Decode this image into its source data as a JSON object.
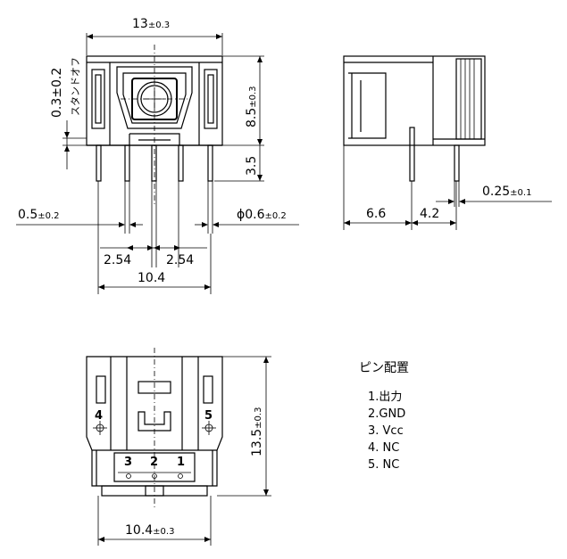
{
  "dimensions": {
    "top_width": {
      "base": "13",
      "tol": "±0.3"
    },
    "standoff": {
      "base": "0.3",
      "tol": "±0.2",
      "label": "スタンドオフ"
    },
    "height_85": {
      "base": "8.5",
      "tol": "±0.3"
    },
    "pin_len": "3.5",
    "pin_width": {
      "base": "0.5",
      "tol": "±0.2"
    },
    "hole_dia": {
      "base": "ϕ0.6",
      "tol": "±0.2"
    },
    "pitch_left": "2.54",
    "pitch_right": "2.54",
    "span_104": "10.4",
    "side_66": "6.6",
    "side_42": "4.2",
    "pin_thk": {
      "base": "0.25",
      "tol": "±0.1"
    },
    "height_135": {
      "base": "13.5",
      "tol": "±0.3"
    },
    "bottom_width": {
      "base": "10.4",
      "tol": "±0.3"
    }
  },
  "pin_numbers": [
    "1",
    "2",
    "3",
    "4",
    "5"
  ],
  "pin_legend": {
    "title": "ピン配置",
    "items": [
      "1.出力",
      "2.GND",
      "3. Vcc",
      "4. NC",
      "5. NC"
    ]
  }
}
